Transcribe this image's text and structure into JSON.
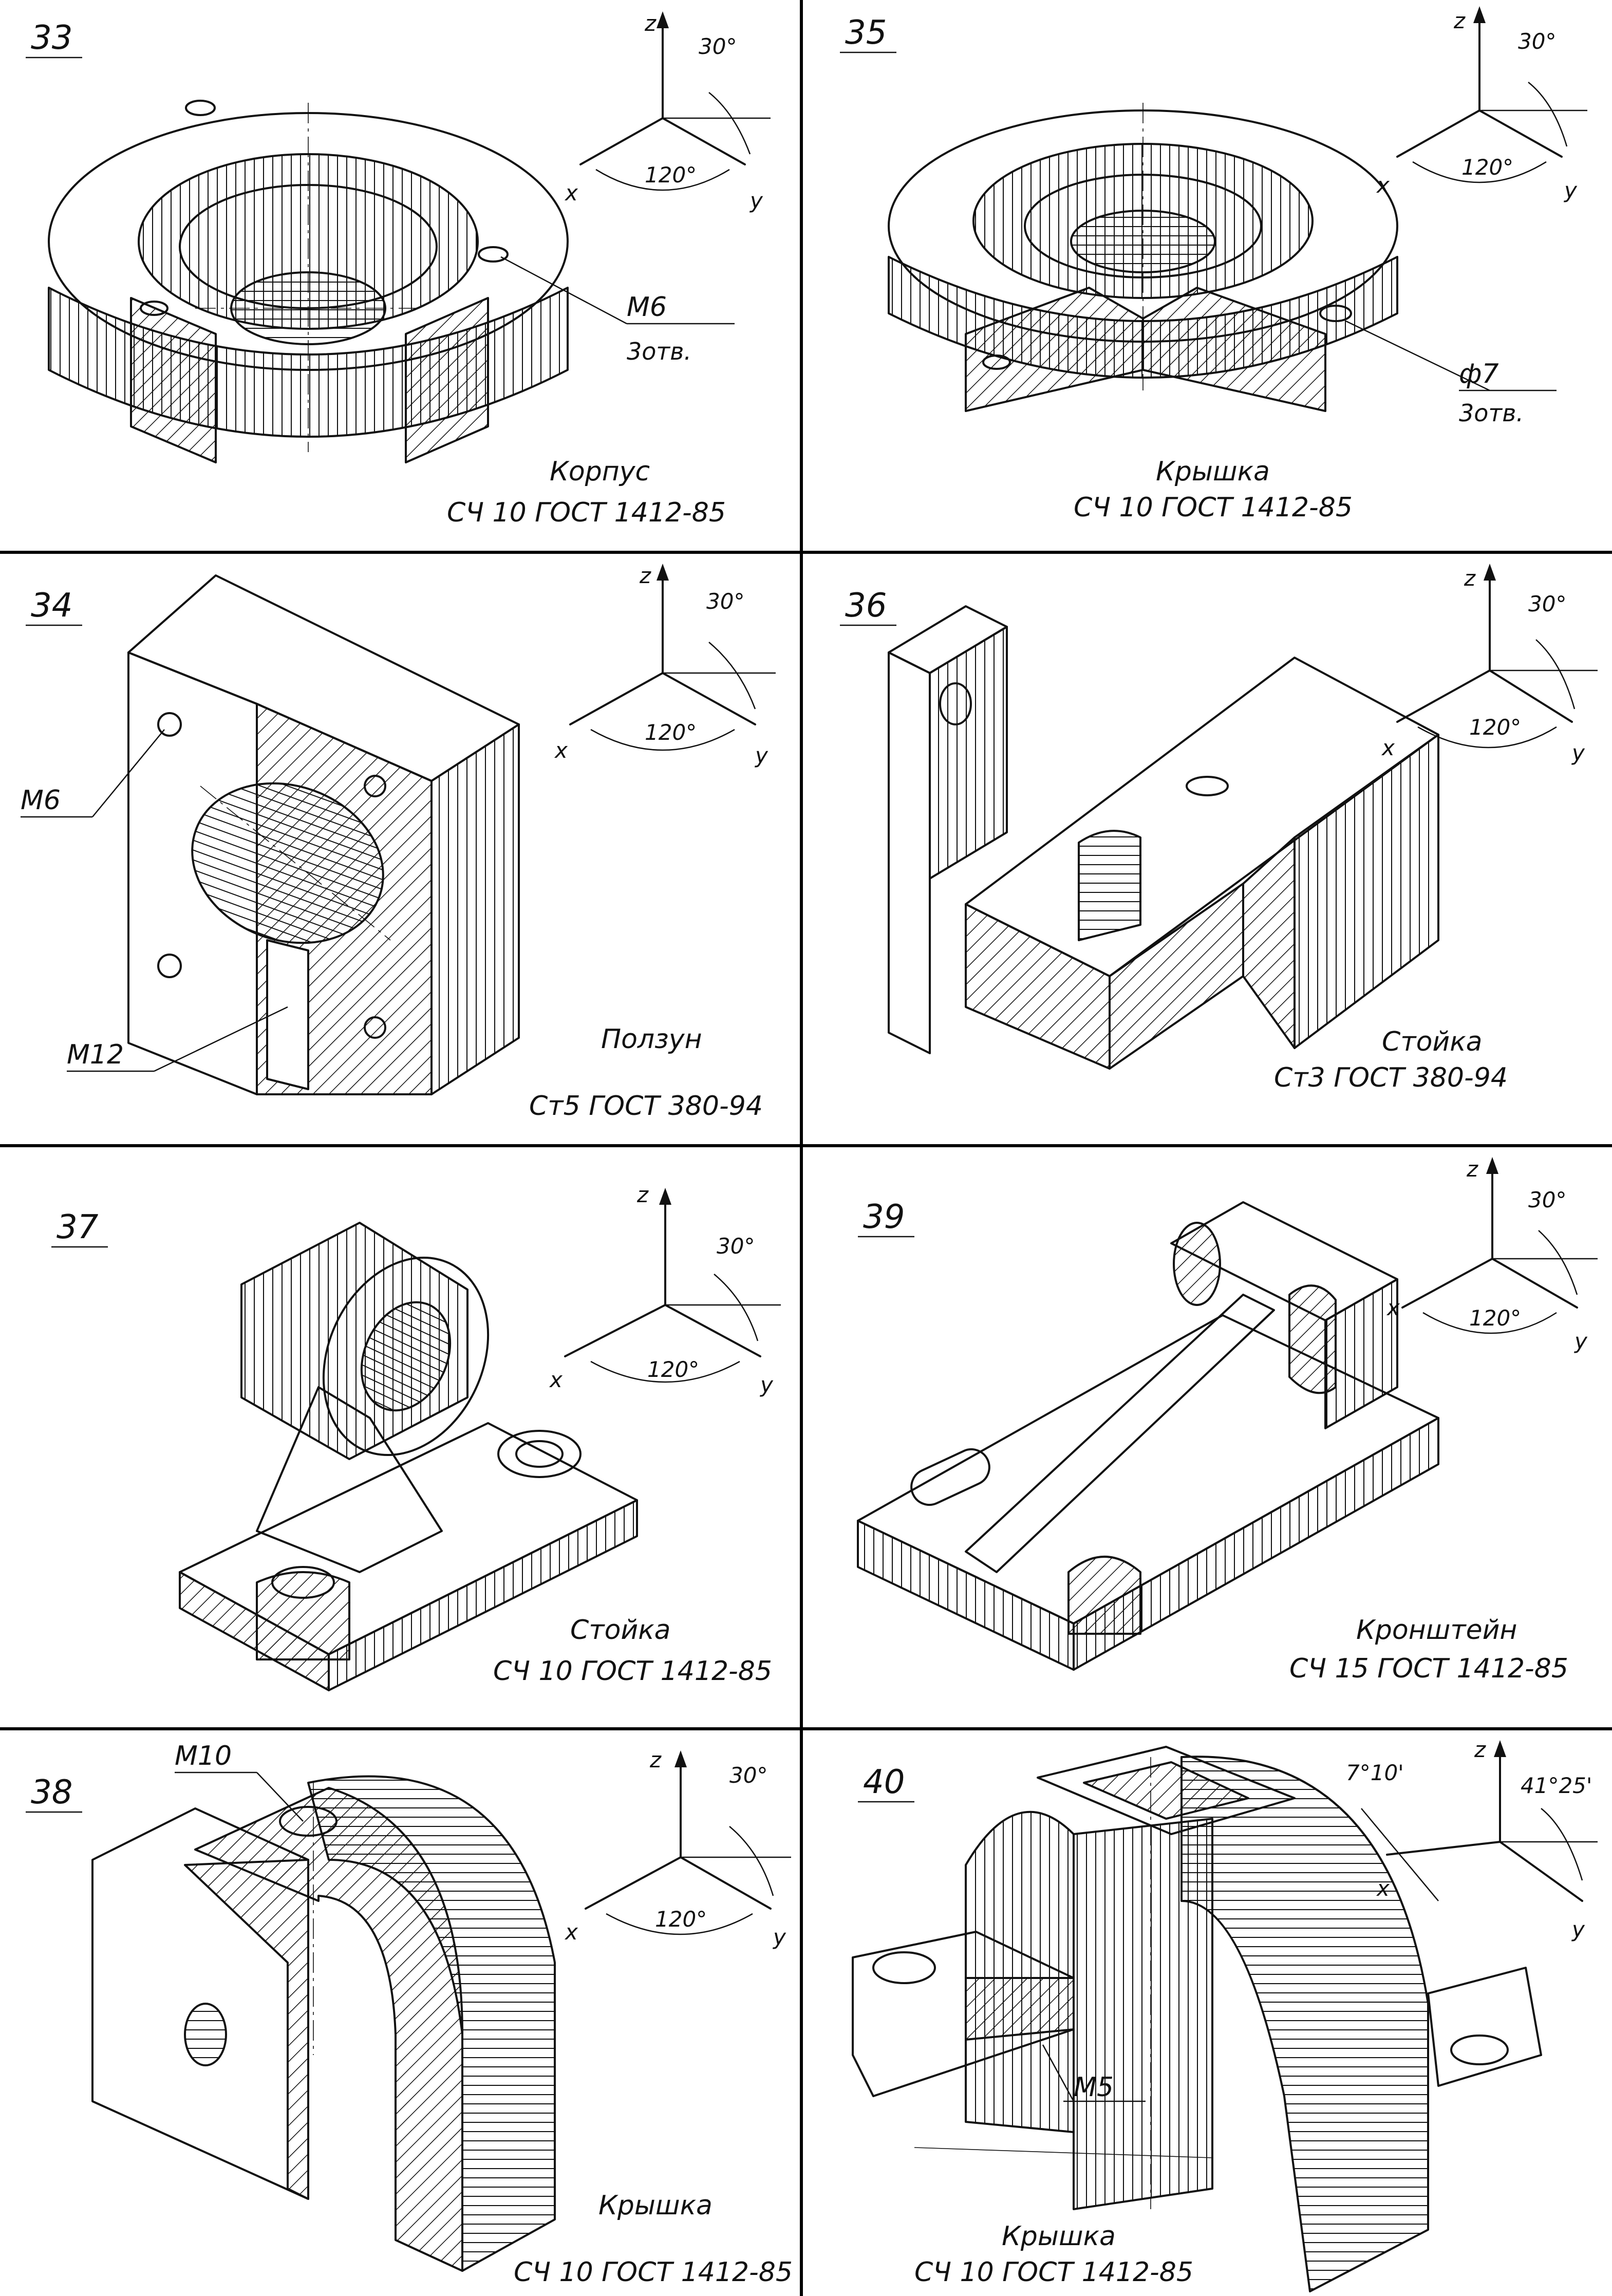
{
  "colors": {
    "ink": "#111111",
    "paper": "#ffffff",
    "hatch": "#111111"
  },
  "panels": [
    {
      "number": "33",
      "part_name": "Корпус",
      "material": "СЧ 10 ГОСТ 1412-85",
      "axes": {
        "z": "z",
        "x": "x",
        "y": "y",
        "top_angle": "30°",
        "bottom_angle": "120°"
      },
      "callouts": [
        {
          "text": "М6"
        },
        {
          "text": "3отв."
        }
      ]
    },
    {
      "number": "35",
      "part_name": "Крышка",
      "material": "СЧ 10 ГОСТ 1412-85",
      "axes": {
        "z": "z",
        "x": "x",
        "y": "y",
        "top_angle": "30°",
        "bottom_angle": "120°"
      },
      "callouts": [
        {
          "text": "ф7"
        },
        {
          "text": "3отв."
        }
      ]
    },
    {
      "number": "34",
      "part_name": "Ползун",
      "material": "Ст5 ГОСТ 380-94",
      "axes": {
        "z": "z",
        "x": "x",
        "y": "y",
        "top_angle": "30°",
        "bottom_angle": "120°"
      },
      "callouts": [
        {
          "text": "М6"
        },
        {
          "text": "М12"
        }
      ]
    },
    {
      "number": "36",
      "part_name": "Стойка",
      "material": "Ст3 ГОСТ 380-94",
      "axes": {
        "z": "z",
        "x": "x",
        "y": "y",
        "top_angle": "30°",
        "bottom_angle": "120°"
      },
      "callouts": []
    },
    {
      "number": "37",
      "part_name": "Стойка",
      "material": "СЧ 10 ГОСТ 1412-85",
      "axes": {
        "z": "z",
        "x": "x",
        "y": "y",
        "top_angle": "30°",
        "bottom_angle": "120°"
      },
      "callouts": []
    },
    {
      "number": "39",
      "part_name": "Кронштейн",
      "material": "СЧ 15 ГОСТ 1412-85",
      "axes": {
        "z": "z",
        "x": "x",
        "y": "y",
        "top_angle": "30°",
        "bottom_angle": "120°"
      },
      "callouts": []
    },
    {
      "number": "38",
      "part_name": "Крышка",
      "material": "СЧ 10 ГОСТ 1412-85",
      "axes": {
        "z": "z",
        "x": "x",
        "y": "y",
        "top_angle": "30°",
        "bottom_angle": "120°"
      },
      "callouts": [
        {
          "text": "М10"
        }
      ]
    },
    {
      "number": "40",
      "part_name": "Крышка",
      "material": "СЧ 10 ГОСТ 1412-85",
      "axes": {
        "z": "z",
        "x": "x",
        "y": "y",
        "top_angle": "41°25'",
        "bottom_angle": "7°10'"
      },
      "callouts": [
        {
          "text": "М5"
        }
      ]
    }
  ]
}
